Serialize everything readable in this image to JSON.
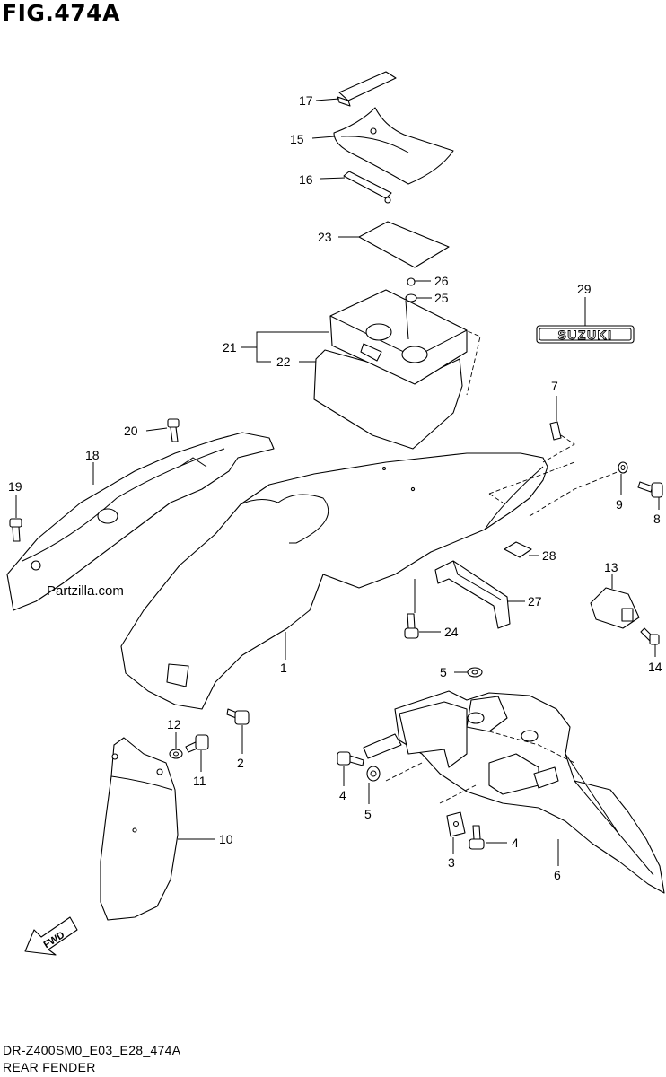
{
  "figure": {
    "title": "FIG.474A",
    "diagram_code": "DR-Z400SM0_E03_E28_474A",
    "section_name": "REAR FENDER",
    "watermark": "Partzilla.com",
    "fwd_label": "FWD",
    "emblem_text": "SUZUKI"
  },
  "callouts": [
    {
      "id": "c1",
      "text": "1"
    },
    {
      "id": "c2",
      "text": "2"
    },
    {
      "id": "c3",
      "text": "3"
    },
    {
      "id": "c4a",
      "text": "4"
    },
    {
      "id": "c4b",
      "text": "4"
    },
    {
      "id": "c5a",
      "text": "5"
    },
    {
      "id": "c5b",
      "text": "5"
    },
    {
      "id": "c6",
      "text": "6"
    },
    {
      "id": "c7",
      "text": "7"
    },
    {
      "id": "c8",
      "text": "8"
    },
    {
      "id": "c9",
      "text": "9"
    },
    {
      "id": "c10",
      "text": "10"
    },
    {
      "id": "c11",
      "text": "11"
    },
    {
      "id": "c12",
      "text": "12"
    },
    {
      "id": "c13",
      "text": "13"
    },
    {
      "id": "c14",
      "text": "14"
    },
    {
      "id": "c15",
      "text": "15"
    },
    {
      "id": "c16",
      "text": "16"
    },
    {
      "id": "c17",
      "text": "17"
    },
    {
      "id": "c18",
      "text": "18"
    },
    {
      "id": "c19",
      "text": "19"
    },
    {
      "id": "c20",
      "text": "20"
    },
    {
      "id": "c21",
      "text": "21"
    },
    {
      "id": "c22",
      "text": "22"
    },
    {
      "id": "c23",
      "text": "23"
    },
    {
      "id": "c24",
      "text": "24"
    },
    {
      "id": "c25",
      "text": "25"
    },
    {
      "id": "c26",
      "text": "26"
    },
    {
      "id": "c27",
      "text": "27"
    },
    {
      "id": "c28",
      "text": "28"
    },
    {
      "id": "c29",
      "text": "29"
    }
  ]
}
